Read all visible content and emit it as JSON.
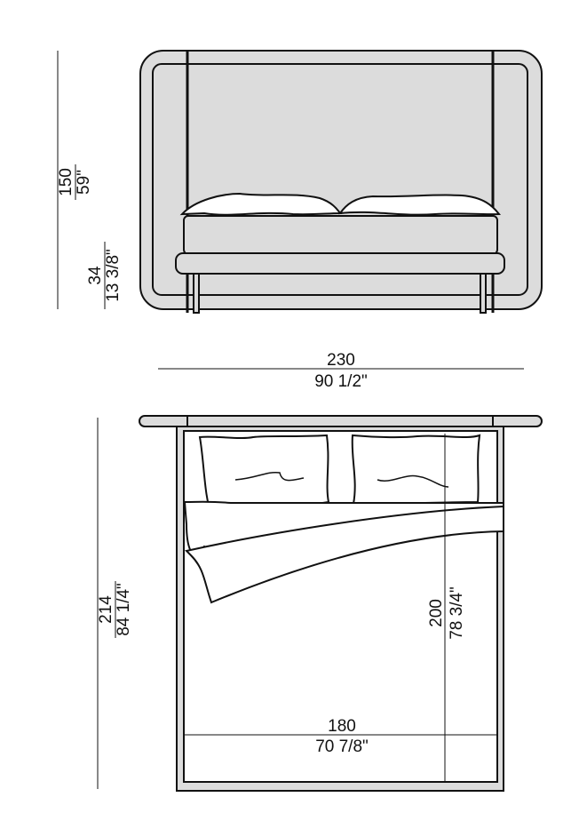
{
  "front_view": {
    "height_total": {
      "metric": "150",
      "imperial": "59\""
    },
    "height_base": {
      "metric": "34",
      "imperial": "13 3/8\""
    }
  },
  "plan_view": {
    "width_total": {
      "metric": "230",
      "imperial": "90 1/2\""
    },
    "length_total": {
      "metric": "214",
      "imperial": "84 1/4\""
    },
    "mattress_length": {
      "metric": "200",
      "imperial": "78 3/4\""
    },
    "mattress_width": {
      "metric": "180",
      "imperial": "70 7/8\""
    }
  },
  "colors": {
    "fill": "#dcdcdc",
    "line": "#111111"
  }
}
